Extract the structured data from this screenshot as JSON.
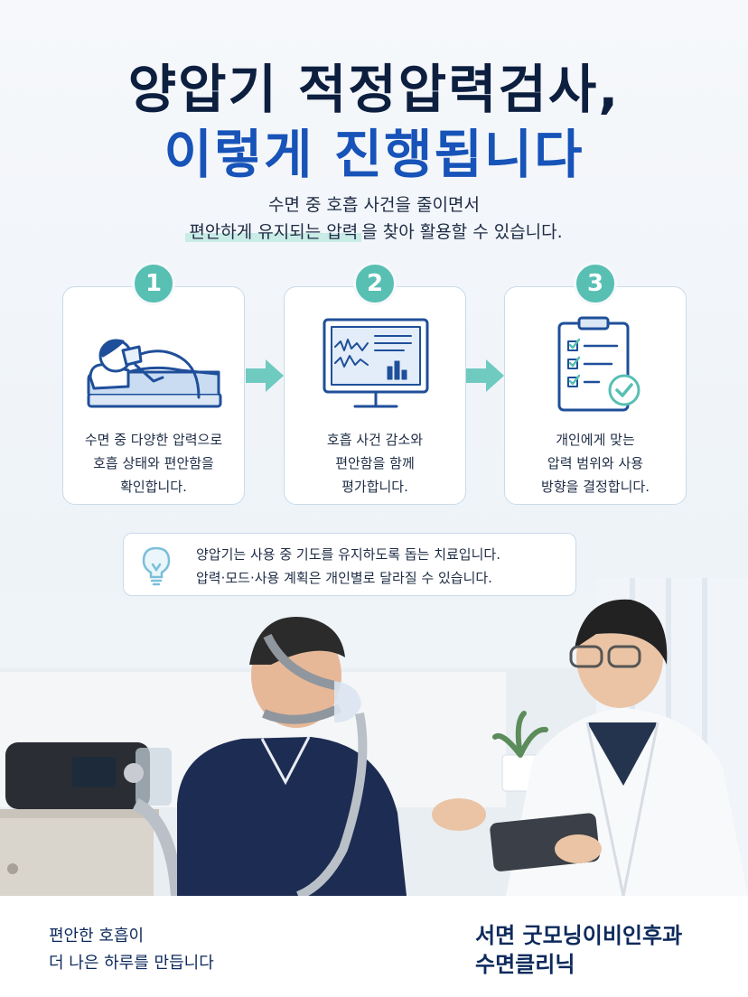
{
  "headline": {
    "line1": "양압기 적정압력검사,",
    "line2": "이렇게 진행됩니다"
  },
  "subtitle": {
    "line1": "수면 중 호흡 사건을 줄이면서",
    "line2_highlight": "편안하게 유지되는 압력",
    "line2_rest": "을 찾아 활용할 수 있습니다."
  },
  "steps": [
    {
      "number": "1",
      "icon": "sleeping-patient-icon",
      "lines": [
        "수면 중 다양한 압력으로",
        "호흡 상태와 편안함을",
        "확인합니다."
      ]
    },
    {
      "number": "2",
      "icon": "monitor-chart-icon",
      "lines": [
        "호흡 사건 감소와",
        "편안함을 함께",
        "평가합니다."
      ]
    },
    {
      "number": "3",
      "icon": "checklist-clipboard-icon",
      "lines": [
        "개인에게 맞는",
        "압력 범위와 사용",
        "방향을 결정합니다."
      ]
    }
  ],
  "note": {
    "icon": "lightbulb-icon",
    "line1": "양압기는 사용 중 기도를 유지하도록 돕는 치료입니다.",
    "line2": "압력·모드·사용 계획은 개인별로 달라질 수 있습니다."
  },
  "footer": {
    "slogan_line1": "편안한 호흡이",
    "slogan_line2": "더 나은 하루를 만듭니다",
    "clinic_line1": "서면 굿모닝이비인후과",
    "clinic_line2": "수면클리닉"
  },
  "colors": {
    "navy": "#0d1f3f",
    "blue": "#1753b8",
    "teal": "#58bfb3",
    "icon_blue": "#1f4f9a"
  }
}
